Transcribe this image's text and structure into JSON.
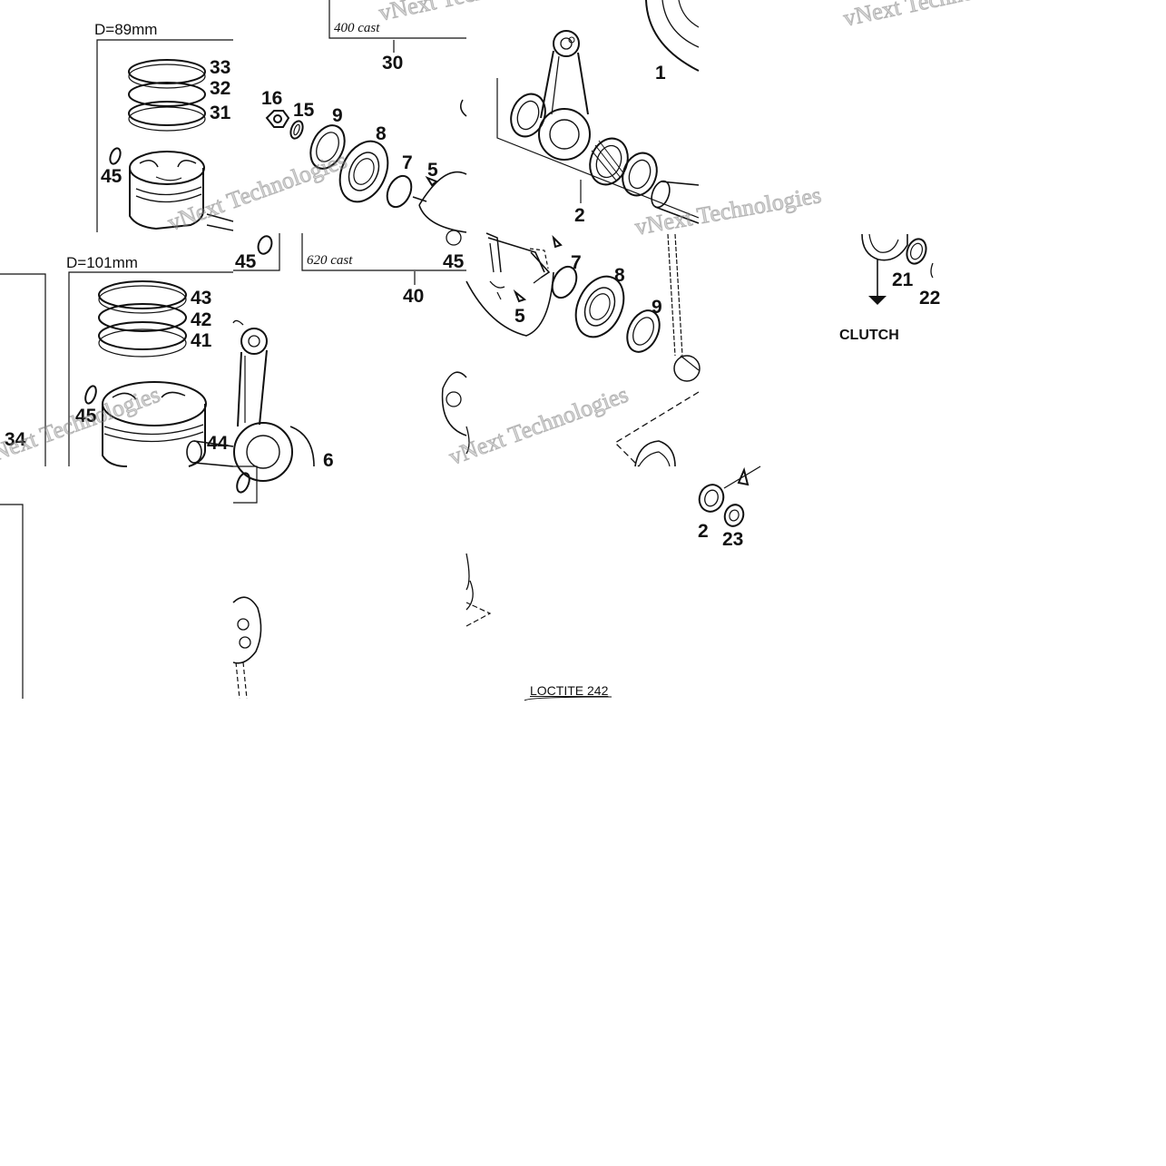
{
  "diagram": {
    "dimensions": {
      "piston_small": "D=89mm",
      "piston_large": "D=101mm"
    },
    "casts": {
      "cast_400": "400 cast",
      "cast_620": "620 cast"
    },
    "labels": {
      "n33": "33",
      "n32": "32",
      "n31": "31",
      "n45_a": "45",
      "n43": "43",
      "n42": "42",
      "n41": "41",
      "n45_b": "45",
      "n44": "44",
      "n34": "34",
      "n16": "16",
      "n15": "15",
      "n9_a": "9",
      "n8_a": "8",
      "n7_a": "7",
      "n5_a": "5",
      "n30": "30",
      "n45_c": "45",
      "n45_d": "45",
      "n40": "40",
      "n6": "6",
      "n1": "1",
      "n2_a": "2",
      "n7_b": "7",
      "n8_b": "8",
      "n9_b": "9",
      "n5_b": "5",
      "n21": "21",
      "n22": "22",
      "n2_b": "2",
      "n23": "23"
    },
    "notes": {
      "clutch": "CLUTCH",
      "loctite": "LOCTITE 242"
    },
    "watermark": "vNext Technologies"
  },
  "colors": {
    "line": "#111111",
    "background": "#ffffff",
    "watermark": "#a0a0a0"
  }
}
